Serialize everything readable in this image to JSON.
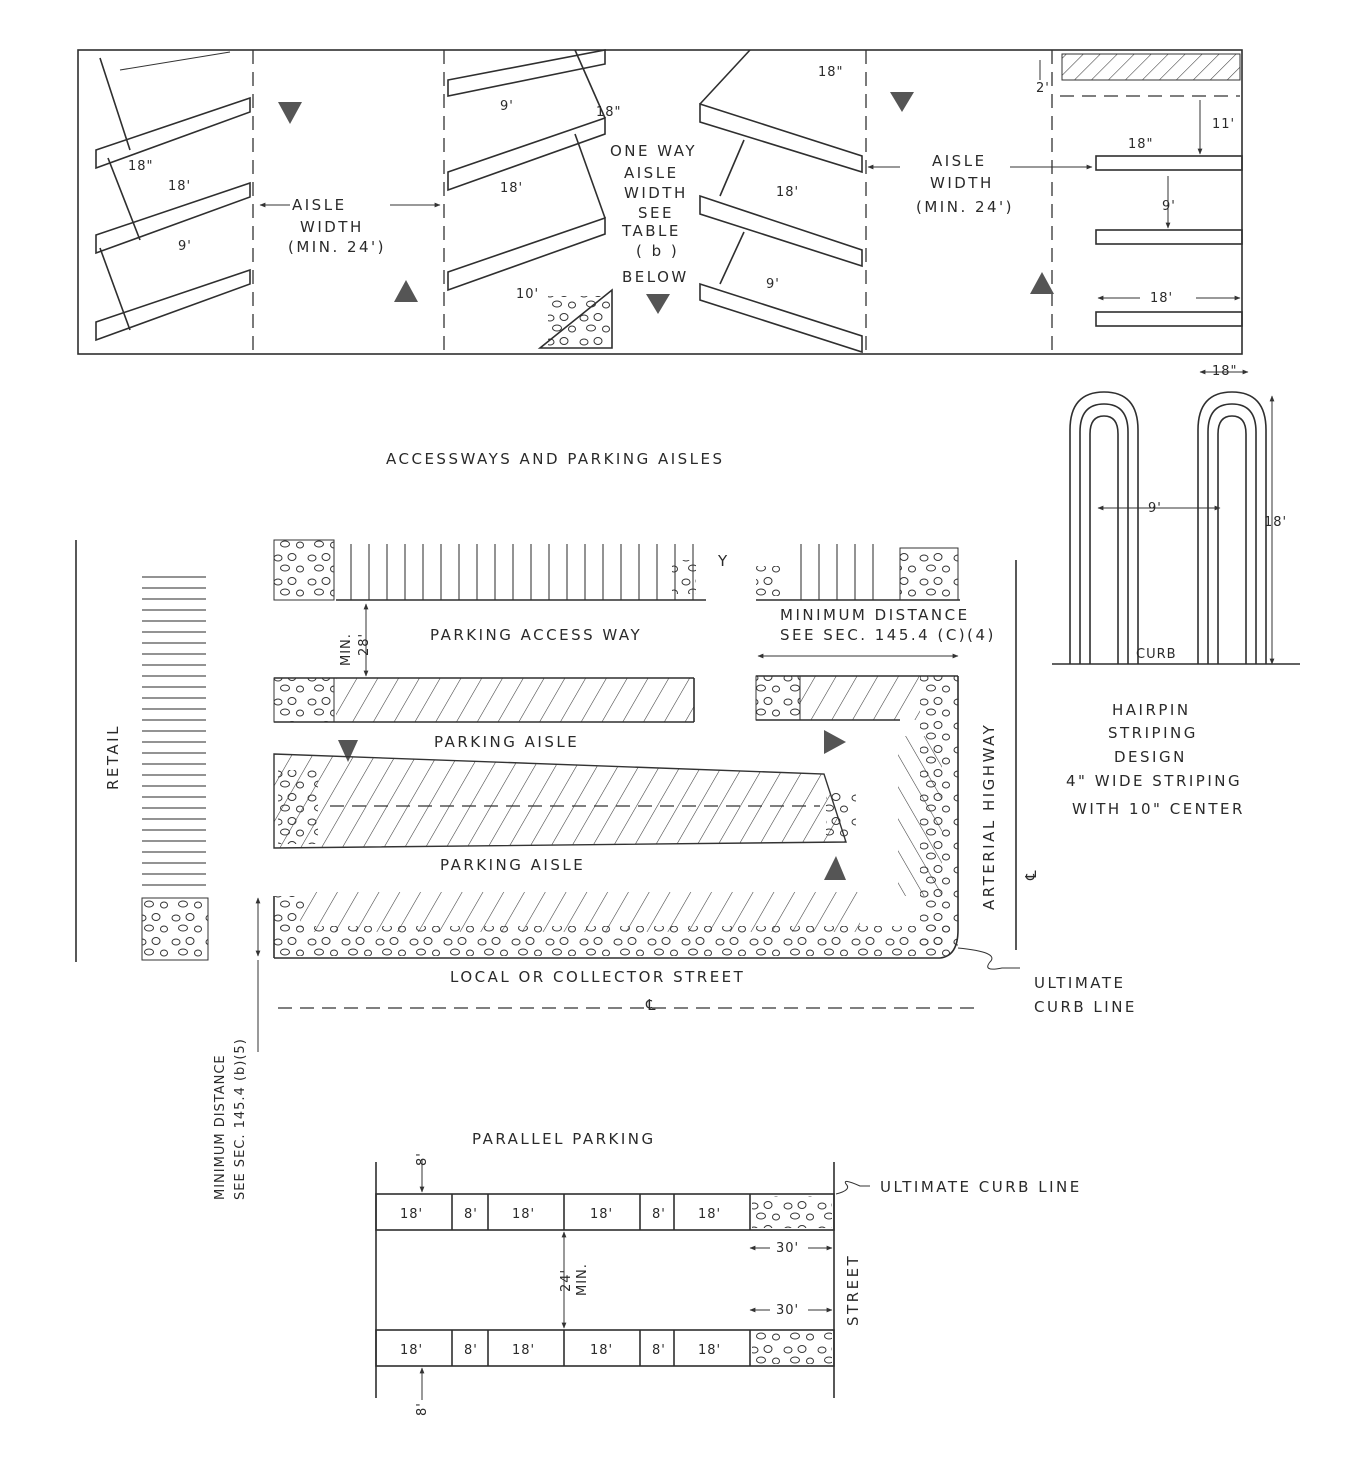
{
  "top_panel": {
    "aisle_label_left": [
      "AISLE",
      "WIDTH",
      "(MIN. 24')"
    ],
    "aisle_label_right": [
      "AISLE",
      "WIDTH",
      "(MIN. 24')"
    ],
    "one_way": [
      "ONE WAY",
      "AISLE",
      "WIDTH",
      "SEE",
      "TABLE",
      "( b )",
      "BELOW"
    ],
    "dims": {
      "d18in_a": "18\"",
      "d18ft_a": "18'",
      "d9ft_a": "9'",
      "d9ft_b": "9'",
      "d18in_b": "18\"",
      "d18ft_b": "18'",
      "d10ft": "10'",
      "d18in_c": "18\"",
      "d18ft_c": "18'",
      "d9ft_c": "9'",
      "d2ft": "2'",
      "d11ft": "11'",
      "d18in_d": "18\"",
      "d9ft_d": "9'",
      "d18ft_d": "18'"
    }
  },
  "title_accessways": "ACCESSWAYS  AND PARKING AISLES",
  "site_plan": {
    "retail": "RETAIL",
    "min_28": "MIN.",
    "min_28_val": "28'",
    "parking_access_way": "PARKING   ACCESS   WAY",
    "min_distance_c": [
      "MINIMUM DISTANCE",
      "SEE SEC. 145.4 (C)(4)"
    ],
    "parking_aisle_1": "PARKING      AISLE",
    "parking_aisle_2": "PARKING      AISLE",
    "arterial_highway": "ARTERIAL  HIGHWAY",
    "centerline": "℄",
    "local_street": "LOCAL  OR  COLLECTOR  STREET",
    "ultimate_curb": [
      "ULTIMATE",
      "CURB LINE"
    ],
    "min_distance_b": [
      "MINIMUM DISTANCE",
      "SEE SEC. 145.4 (b)(5)"
    ]
  },
  "hairpin": {
    "d18in": "18\"",
    "d9ft": "9'",
    "d18ft": "18'",
    "curb": "CURB",
    "caption": [
      "HAIRPIN",
      "STRIPING",
      "DESIGN",
      "4\" WIDE STRIPING",
      "WITH 10\" CENTER"
    ]
  },
  "parallel": {
    "title": "PARALLEL PARKING",
    "ultimate_curb": "ULTIMATE   CURB  LINE",
    "street": "STREET",
    "top_row": [
      "18'",
      "8'",
      "18'",
      "18'",
      "8'",
      "18'"
    ],
    "bottom_row": [
      "18'",
      "8'",
      "18'",
      "18'",
      "8'",
      "18'"
    ],
    "d8ft_top": "8'",
    "d8ft_bottom": "8'",
    "min_24": "24'",
    "min_24_b": "MIN.",
    "d30ft_a": "30'",
    "d30ft_b": "30'"
  }
}
